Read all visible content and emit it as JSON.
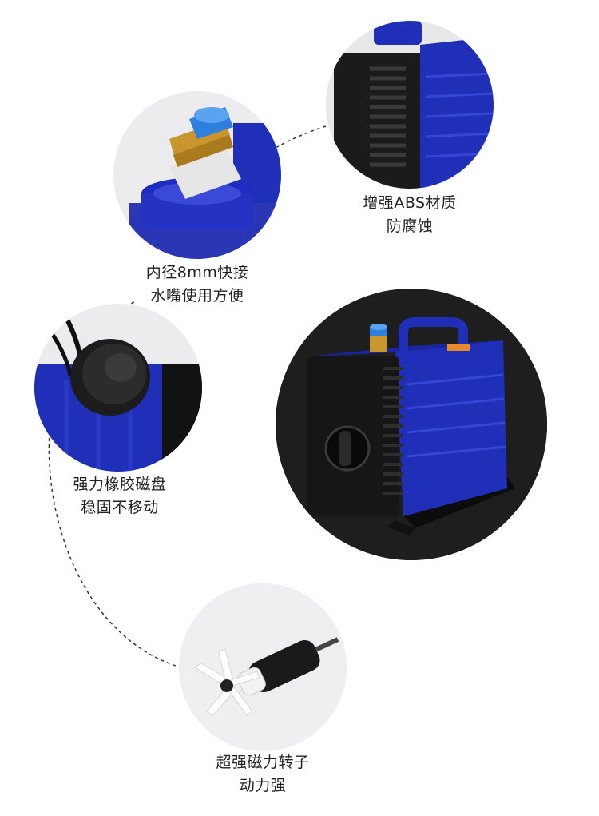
{
  "features": [
    {
      "id": "abs",
      "line1": "增强ABS材质",
      "line2": "防腐蚀",
      "image": "pump-housing-closeup"
    },
    {
      "id": "connector",
      "line1": "内径8mm快接",
      "line2": "水嘴使用方便",
      "image": "brass-quick-connector"
    },
    {
      "id": "suction",
      "line1": "强力橡胶磁盘",
      "line2": "稳固不移动",
      "image": "rubber-suction-cup"
    },
    {
      "id": "rotor",
      "line1": "超强磁力转子",
      "line2": "动力强",
      "image": "magnetic-rotor"
    }
  ],
  "product": {
    "image": "submersible-water-pump"
  },
  "colors": {
    "pump_blue": "#1f2fb8",
    "pump_black": "#1a1a1a",
    "brass": "#c9962e",
    "fitting_blue": "#2f7fe0",
    "product_bg": "#1e1e1e",
    "dash": "#333333"
  }
}
